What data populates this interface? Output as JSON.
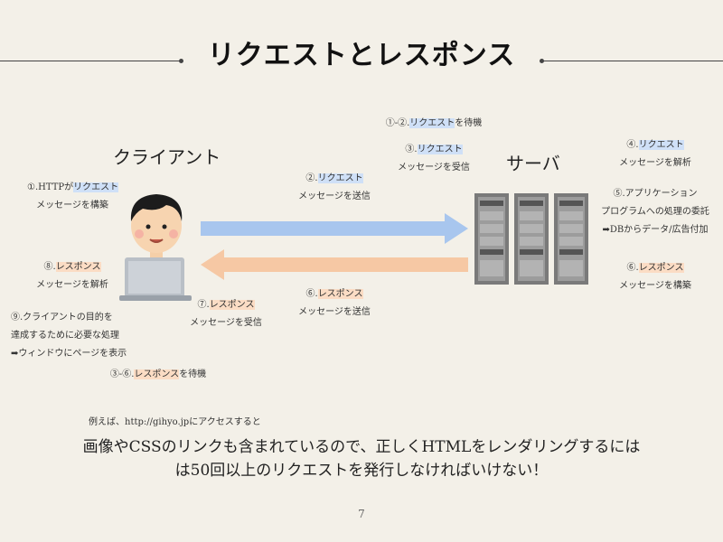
{
  "title": "リクエストとレスポンス",
  "client_label": "クライアント",
  "server_label": "サーバ",
  "labels": {
    "step1_a": "①.HTTPが",
    "step1_b": "リクエスト",
    "step1_line2": "メッセージを構築",
    "step2_a": "②.",
    "step2_b": "リクエスト",
    "step2_line2": "メッセージを送信",
    "wait12_a": "①-②.",
    "wait12_b": "リクエスト",
    "wait12_c": "を待機",
    "step3_a": "③.",
    "step3_b": "リクエスト",
    "step3_line2": "メッセージを受信",
    "step4_a": "④.",
    "step4_b": "リクエスト",
    "step4_line2": "メッセージを解析",
    "step5_line1": "⑤.アプリケーション",
    "step5_line2": "プログラムへの処理の委託",
    "step5_line3": "➡DBからデータ/広告付加",
    "step6s_a": "⑥.",
    "step6s_b": "レスポンス",
    "step6s_line2": "メッセージを構築",
    "step6_a": "⑥.",
    "step6_b": "レスポンス",
    "step6_line2": "メッセージを送信",
    "step7_a": "⑦.",
    "step7_b": "レスポンス",
    "step7_line2": "メッセージを受信",
    "step8_a": "⑧.",
    "step8_b": "レスポンス",
    "step8_line2": "メッセージを解析",
    "step9_line1": "⑨.クライアントの目的を",
    "step9_line2": "達成するために必要な処理",
    "step9_line3": "➡ウィンドウにページを表示",
    "wait36_a": "③-⑥.",
    "wait36_b": "レスポンス",
    "wait36_c": "を待機"
  },
  "footer": {
    "example": "例えば、http://gihyo.jpにアクセスすると",
    "line1": "画像やCSSのリンクも含まれているので、正しくHTMLをレンダリングするには",
    "line2": "は50回以上のリクエストを発行しなければいけない！"
  },
  "page_number": "7",
  "colors": {
    "background": "#f3f0e8",
    "request_arrow": "#a8c6ee",
    "response_arrow": "#f6c8a4",
    "request_highlight": "#cfe0f7",
    "response_highlight": "#fbdcc4"
  }
}
